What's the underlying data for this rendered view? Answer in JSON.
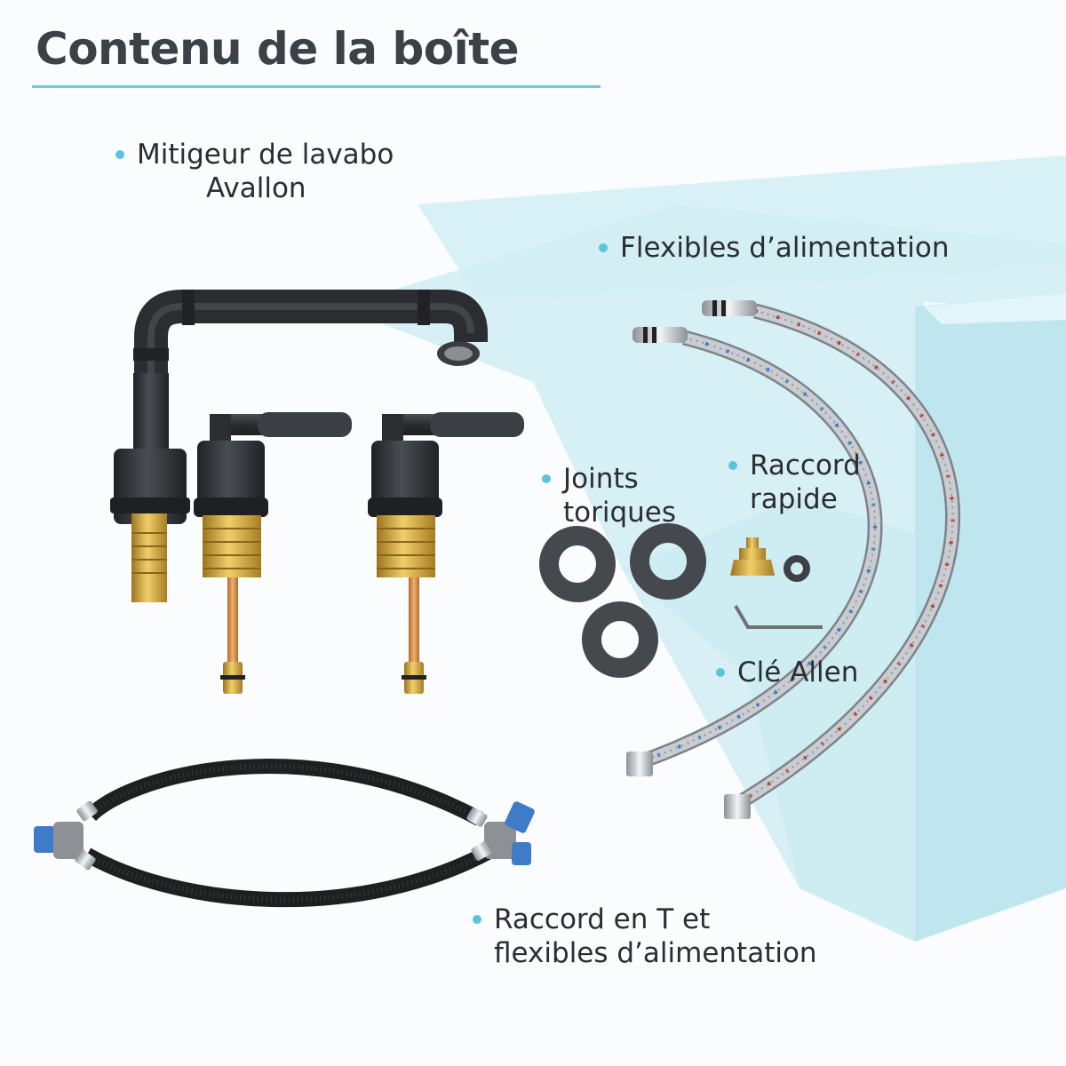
{
  "title": "Contenu de la boîte",
  "colors": {
    "accent": "#5bc3da",
    "title_text": "#3d4147",
    "label_text": "#2a2d31",
    "background_panel": "#cfeef4",
    "faucet_black": "#2b2d30",
    "brass": "#c9a23a"
  },
  "items": [
    {
      "id": "faucet",
      "lines": [
        "Mitigeur de lavabo",
        "Avallon"
      ],
      "icon": "faucet-icon"
    },
    {
      "id": "supply-hoses",
      "lines": [
        "Flexibles d’alimentation"
      ],
      "icon": "braided-hose-icon"
    },
    {
      "id": "o-rings",
      "lines": [
        "Joints",
        "toriques"
      ],
      "icon": "o-ring-icon"
    },
    {
      "id": "quick-connector",
      "lines": [
        "Raccord",
        "rapide"
      ],
      "icon": "quick-connector-icon"
    },
    {
      "id": "allen-key",
      "lines": [
        "Clé Allen"
      ],
      "icon": "allen-key-icon"
    },
    {
      "id": "tee-hoses",
      "lines": [
        "Raccord en T et",
        "flexibles d’alimentation"
      ],
      "icon": "tee-connector-icon"
    }
  ]
}
